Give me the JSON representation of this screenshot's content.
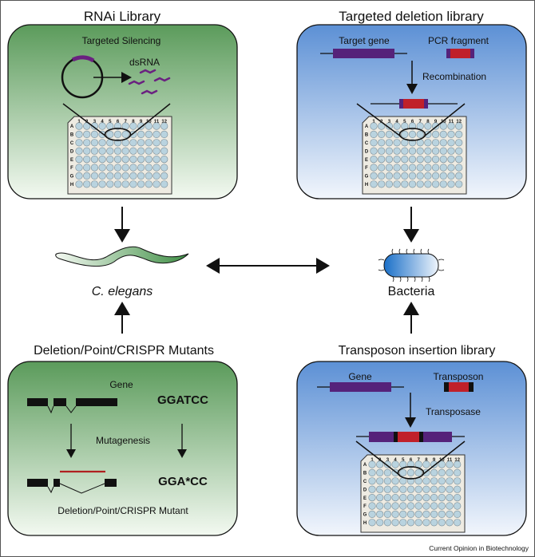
{
  "panels": {
    "rnai": {
      "title": "RNAi Library",
      "subtitle": "Targeted Silencing",
      "product_label": "dsRNA"
    },
    "deletion_library": {
      "title": "Targeted deletion library",
      "gene_label": "Target gene",
      "fragment_label": "PCR fragment",
      "process_label": "Recombination"
    },
    "mutants": {
      "title": "Deletion/Point/CRISPR Mutants",
      "gene_label": "Gene",
      "sequence_before": "GGATCC",
      "process_label": "Mutagenesis",
      "sequence_after": "GGA*CC",
      "result_label": "Deletion/Point/CRISPR Mutant"
    },
    "transposon": {
      "title": "Transposon insertion library",
      "gene_label": "Gene",
      "transposon_label": "Transposon",
      "process_label": "Transposase"
    }
  },
  "organisms": {
    "worm_label": "C. elegans",
    "bacteria_label": "Bacteria"
  },
  "plate": {
    "columns": [
      "1",
      "2",
      "3",
      "4",
      "5",
      "6",
      "7",
      "8",
      "9",
      "10",
      "11",
      "12"
    ],
    "rows": [
      "A",
      "B",
      "C",
      "D",
      "E",
      "F",
      "G",
      "H"
    ]
  },
  "colors": {
    "green_dark": "#5a9a5a",
    "green_light": "#f2f8f0",
    "blue_dark": "#5b8fd4",
    "blue_light": "#f0f4fb",
    "purple": "#55227a",
    "red": "#c0202a",
    "well": "#b8d4e0",
    "plate": "#eeebe2"
  },
  "footer": "Current Opinion in Biotechnology"
}
